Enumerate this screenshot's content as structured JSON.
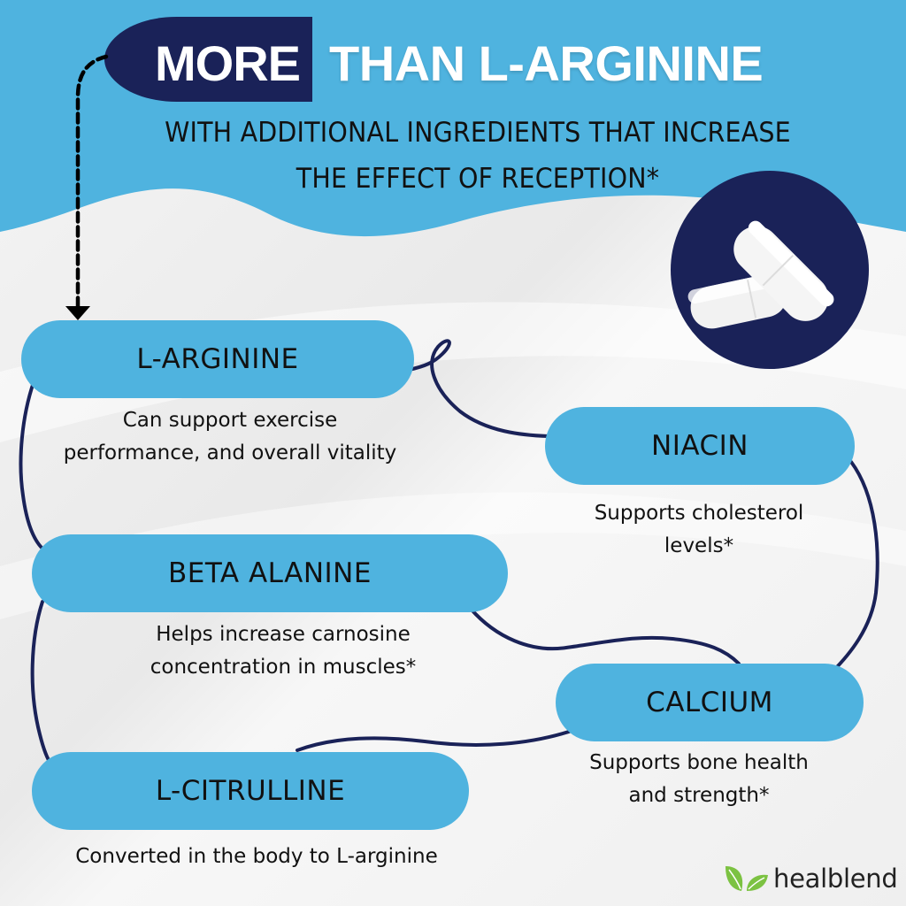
{
  "header": {
    "title_highlight": "MORE",
    "title_rest": "THAN L-ARGININE",
    "subtitle_line1": "WITH ADDITIONAL INGREDIENTS THAT INCREASE",
    "subtitle_line2": "THE EFFECT OF RECEPTION*"
  },
  "ingredients": [
    {
      "name": "L-ARGININE",
      "desc_line1": "Can support exercise",
      "desc_line2": "performance, and overall vitality"
    },
    {
      "name": "NIACIN",
      "desc_line1": "Supports cholesterol",
      "desc_line2": "levels*"
    },
    {
      "name": "BETA ALANINE",
      "desc_line1": "Helps increase carnosine",
      "desc_line2": "concentration in muscles*"
    },
    {
      "name": "CALCIUM",
      "desc_line1": "Supports bone health",
      "desc_line2": "and strength*"
    },
    {
      "name": "L-CITRULLINE",
      "desc_line1": "Converted in the body to L-arginine",
      "desc_line2": ""
    }
  ],
  "icons": {
    "capsules": "capsules-icon",
    "leaf": "leaf-icon",
    "arrow": "arrow-down-icon"
  },
  "brand": {
    "name": "healblend"
  },
  "colors": {
    "sky_blue": "#4fb3df",
    "navy": "#1a2258",
    "leaf_green": "#7cc242",
    "text": "#111111"
  }
}
